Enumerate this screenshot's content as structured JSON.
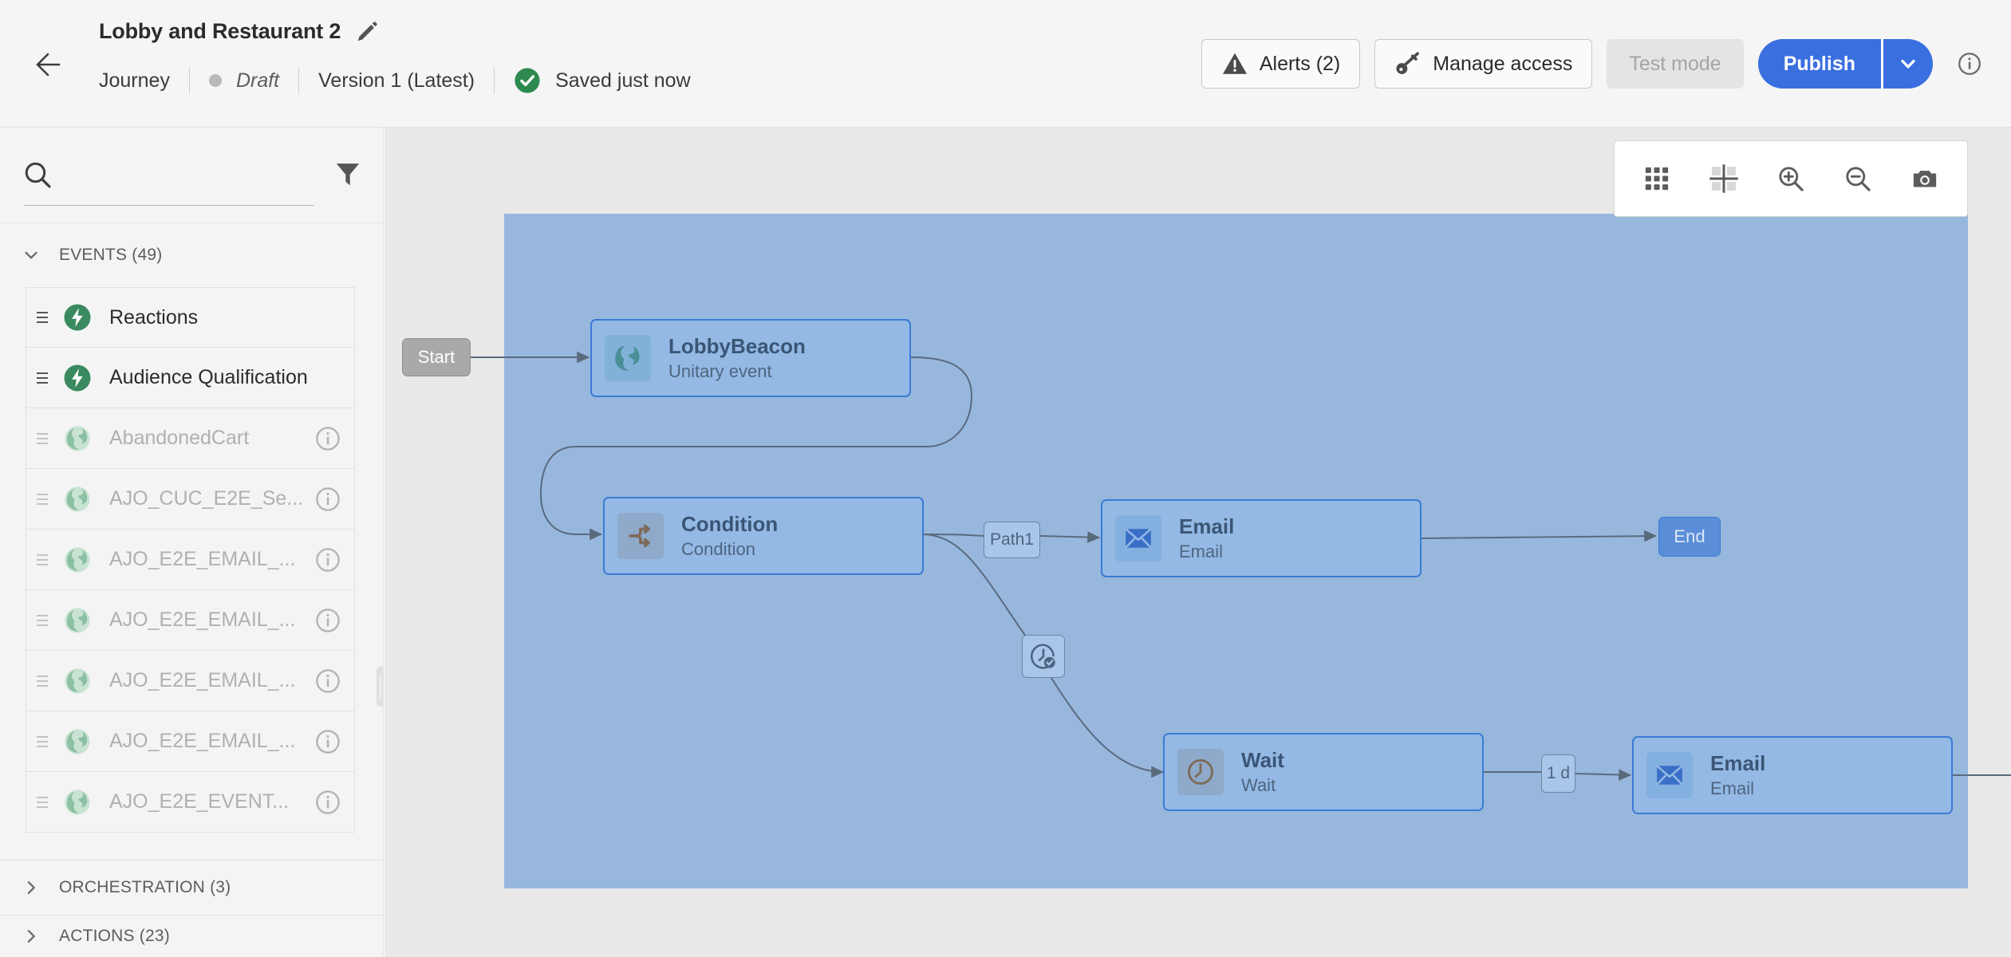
{
  "header": {
    "back_icon": "back-arrow-icon",
    "title": "Lobby and Restaurant 2",
    "edit_icon": "pencil-icon",
    "meta": {
      "type": "Journey",
      "status": "Draft",
      "version": "Version 1 (Latest)",
      "saved": "Saved just now",
      "saved_icon": "check-circle-icon"
    },
    "actions": {
      "alerts_label": "Alerts (2)",
      "alerts_icon": "warning-triangle-icon",
      "manage_access_label": "Manage access",
      "manage_access_icon": "key-icon",
      "test_mode_label": "Test mode",
      "publish_label": "Publish",
      "publish_caret_icon": "chevron-down-icon",
      "info_icon": "info-circle-icon"
    },
    "colors": {
      "publish_blue": "#3a6fe0",
      "header_bg": "#f5f5f5",
      "saved_green": "#20894d"
    }
  },
  "sidebar": {
    "search": {
      "value": "",
      "placeholder": "",
      "icon": "search-icon"
    },
    "filter_icon": "filter-icon",
    "sections": [
      {
        "label": "EVENTS (49)",
        "expanded": true,
        "chevron": "chevron-down-icon"
      },
      {
        "label": "ORCHESTRATION (3)",
        "expanded": false,
        "chevron": "chevron-right-icon"
      },
      {
        "label": "ACTIONS (23)",
        "expanded": false,
        "chevron": "chevron-right-icon"
      }
    ],
    "events": [
      {
        "label": "Reactions",
        "icon": "lightning-bolt-icon",
        "dim": false,
        "has_info": false
      },
      {
        "label": "Audience Qualification",
        "icon": "lightning-bolt-icon",
        "dim": false,
        "has_info": false
      },
      {
        "label": "AbandonedCart",
        "icon": "globe-icon",
        "dim": true,
        "has_info": true
      },
      {
        "label": "AJO_CUC_E2E_Se...",
        "icon": "globe-icon",
        "dim": true,
        "has_info": true
      },
      {
        "label": "AJO_E2E_EMAIL_...",
        "icon": "globe-icon",
        "dim": true,
        "has_info": true
      },
      {
        "label": "AJO_E2E_EMAIL_...",
        "icon": "globe-icon",
        "dim": true,
        "has_info": true
      },
      {
        "label": "AJO_E2E_EMAIL_...",
        "icon": "globe-icon",
        "dim": true,
        "has_info": true
      },
      {
        "label": "AJO_E2E_EMAIL_...",
        "icon": "globe-icon",
        "dim": true,
        "has_info": true
      },
      {
        "label": "AJO_E2E_EVENT...",
        "icon": "globe-icon",
        "dim": true,
        "has_info": true
      }
    ],
    "resize_handle": "sidebar-resize-handle"
  },
  "canvas": {
    "toolbar": [
      {
        "name": "grid-view-icon"
      },
      {
        "name": "fit-to-screen-icon"
      },
      {
        "name": "zoom-in-icon"
      },
      {
        "name": "zoom-out-icon"
      },
      {
        "name": "screenshot-camera-icon"
      }
    ],
    "colors": {
      "region_blue": "#98b7dd",
      "canvas_bg": "#e9e9e9",
      "node_fill": "#9fc1ea",
      "node_border": "#3a7bd5"
    },
    "start_label": "Start",
    "end_label": "End",
    "nodes": [
      {
        "id": "lobbybeacon",
        "title": "LobbyBeacon",
        "subtitle": "Unitary event",
        "icon": "globe-icon"
      },
      {
        "id": "condition",
        "title": "Condition",
        "subtitle": "Condition",
        "icon": "branch-icon"
      },
      {
        "id": "email1",
        "title": "Email",
        "subtitle": "Email",
        "icon": "envelope-icon"
      },
      {
        "id": "wait",
        "title": "Wait",
        "subtitle": "Wait",
        "icon": "clock-icon"
      },
      {
        "id": "email2",
        "title": "Email",
        "subtitle": "Email",
        "icon": "envelope-icon"
      }
    ],
    "edge_labels": [
      {
        "id": "path1",
        "text": "Path1"
      },
      {
        "id": "wait-duration",
        "text": "1 d"
      }
    ],
    "timer_chip_icon": "clock-check-icon"
  }
}
